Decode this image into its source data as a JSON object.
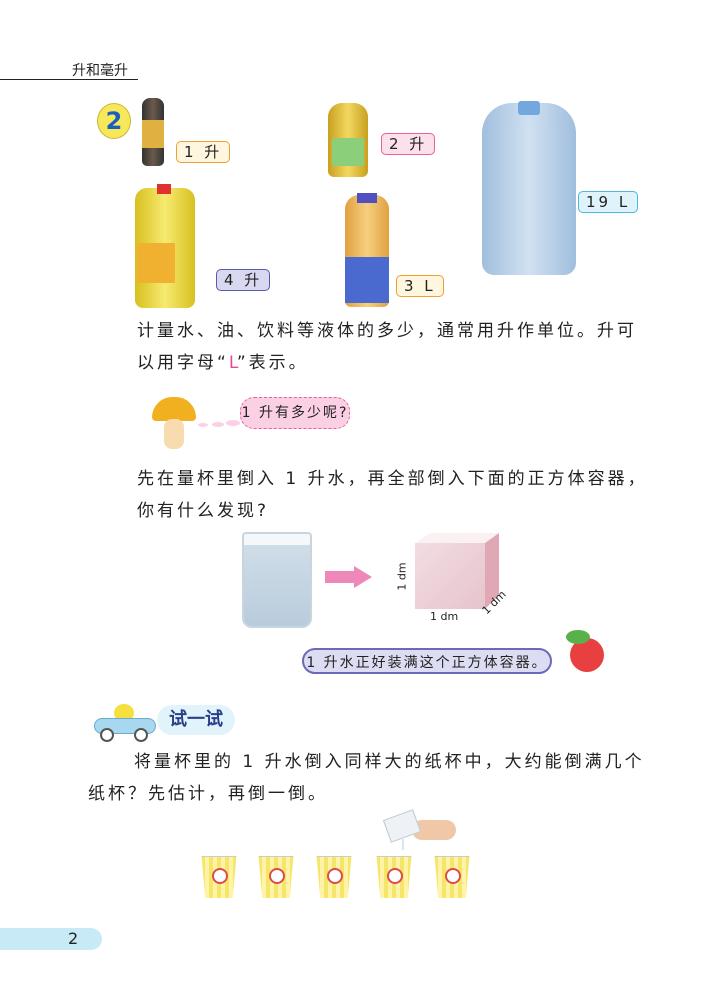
{
  "header": {
    "title": "升和毫升"
  },
  "section_number": "2",
  "bottle_labels": [
    "1 升",
    "2 升",
    "19 L",
    "4 升",
    "3 L"
  ],
  "paragraph1": {
    "line1": "计量水、油、饮料等液体的多少，通常用升作单位。升可",
    "line2_before": "以用字母“",
    "letter": "L",
    "line2_after": "”表示。"
  },
  "mushroom_bubble": "1 升有多少呢?",
  "paragraph2": {
    "line1": "先在量杯里倒入 1 升水，再全部倒入下面的正方体容器，",
    "line2": "你有什么发现?"
  },
  "cube_labels": {
    "height": "1 dm",
    "width": "1 dm",
    "depth": "1 dm"
  },
  "radish_bubble": "1 升水正好装满这个正方体容器。",
  "try_title": "试一试",
  "paragraph3": {
    "line1": "将量杯里的 1 升水倒入同样大的纸杯中，大约能倒满几个",
    "line2": "纸杯？先估计，再倒一倒。"
  },
  "page_number": "2",
  "colors": {
    "accent_pink": "#e8489a",
    "label_orange": "#f0a030",
    "label_pink": "#e8609a",
    "label_blue": "#4ab8e0",
    "label_purple": "#5a5aa8"
  }
}
